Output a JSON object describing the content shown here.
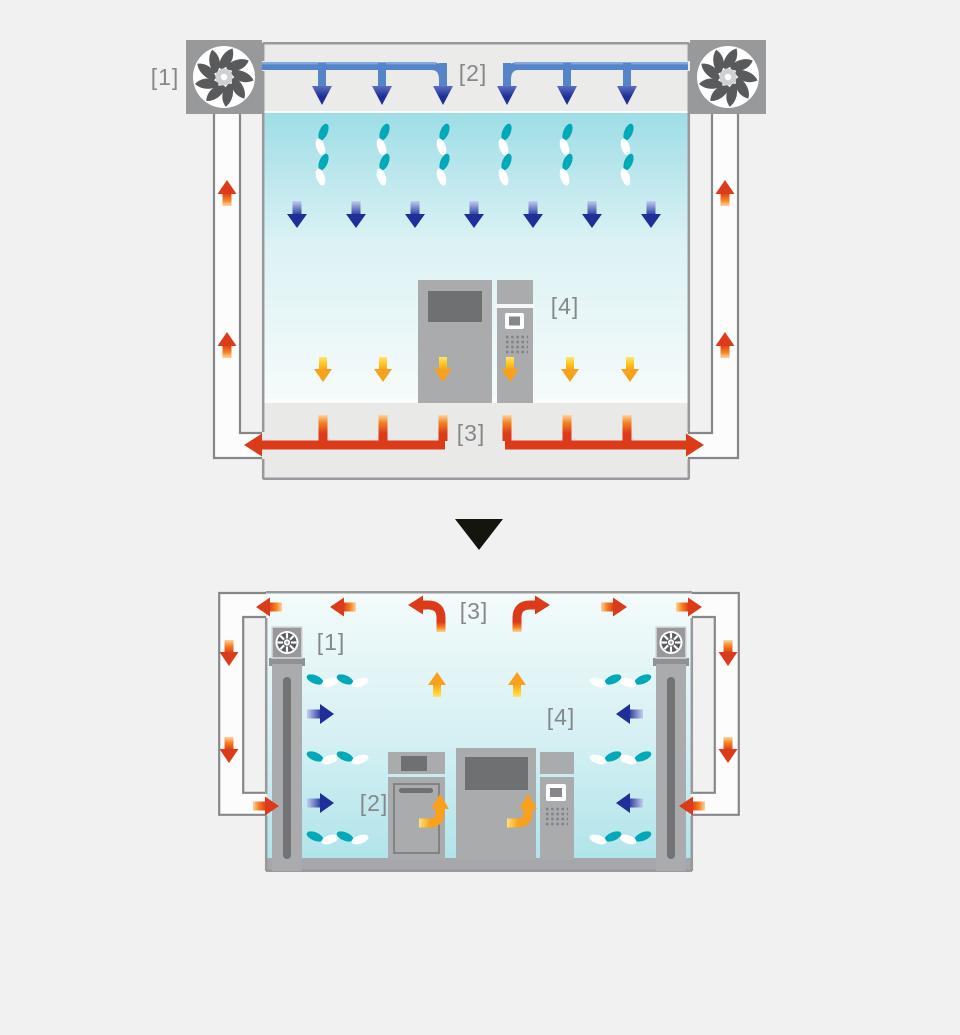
{
  "background_color": "#f1f1f1",
  "icons": {
    "fan": "fan-icon",
    "swirl": "airflow-swirl-icon",
    "separator": "down-triangle-icon"
  },
  "colors": {
    "supply_pipe_blue": "#5585c8",
    "cool_air_navy": "#23349b",
    "warm_air_red": "#dc3b1a",
    "warm_air_orange": "#f58220",
    "heat_air_yellow": "#ffcf26",
    "swirl_teal": "#00a9b8",
    "room_interior_cyan": "#9edde6",
    "structure_gray": "#a9abad",
    "panel_dark_gray": "#6f7072",
    "label_gray": "#85878a"
  },
  "diagram_top": {
    "labels": {
      "fan_unit": "[1]",
      "supply_duct": "[2]",
      "return_duct": "[3]",
      "equipment": "[4]"
    }
  },
  "diagram_bottom": {
    "labels": {
      "fan_unit": "[1]",
      "supply_airflow": "[2]",
      "exhaust_duct": "[3]",
      "equipment": "[4]"
    }
  }
}
